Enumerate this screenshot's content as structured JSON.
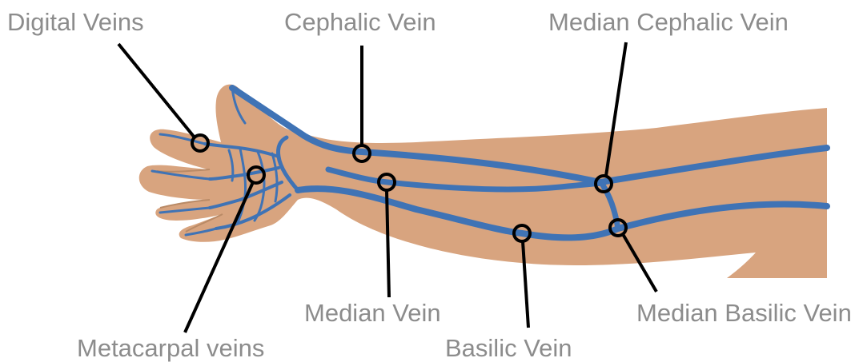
{
  "colors": {
    "skin": "#D8A47F",
    "vein": "#3F73B5",
    "leader": "#000000",
    "label_text": "#8C8C8C",
    "background": "#FFFFFF"
  },
  "labels": {
    "digital_veins": "Digital Veins",
    "cephalic_vein": "Cephalic Vein",
    "median_cephalic_vein": "Median Cephalic Vein",
    "metacarpal_veins": "Metacarpal veins",
    "median_vein": "Median Vein",
    "basilic_vein": "Basilic Vein",
    "median_basilic_vein": "Median Basilic Vein"
  }
}
